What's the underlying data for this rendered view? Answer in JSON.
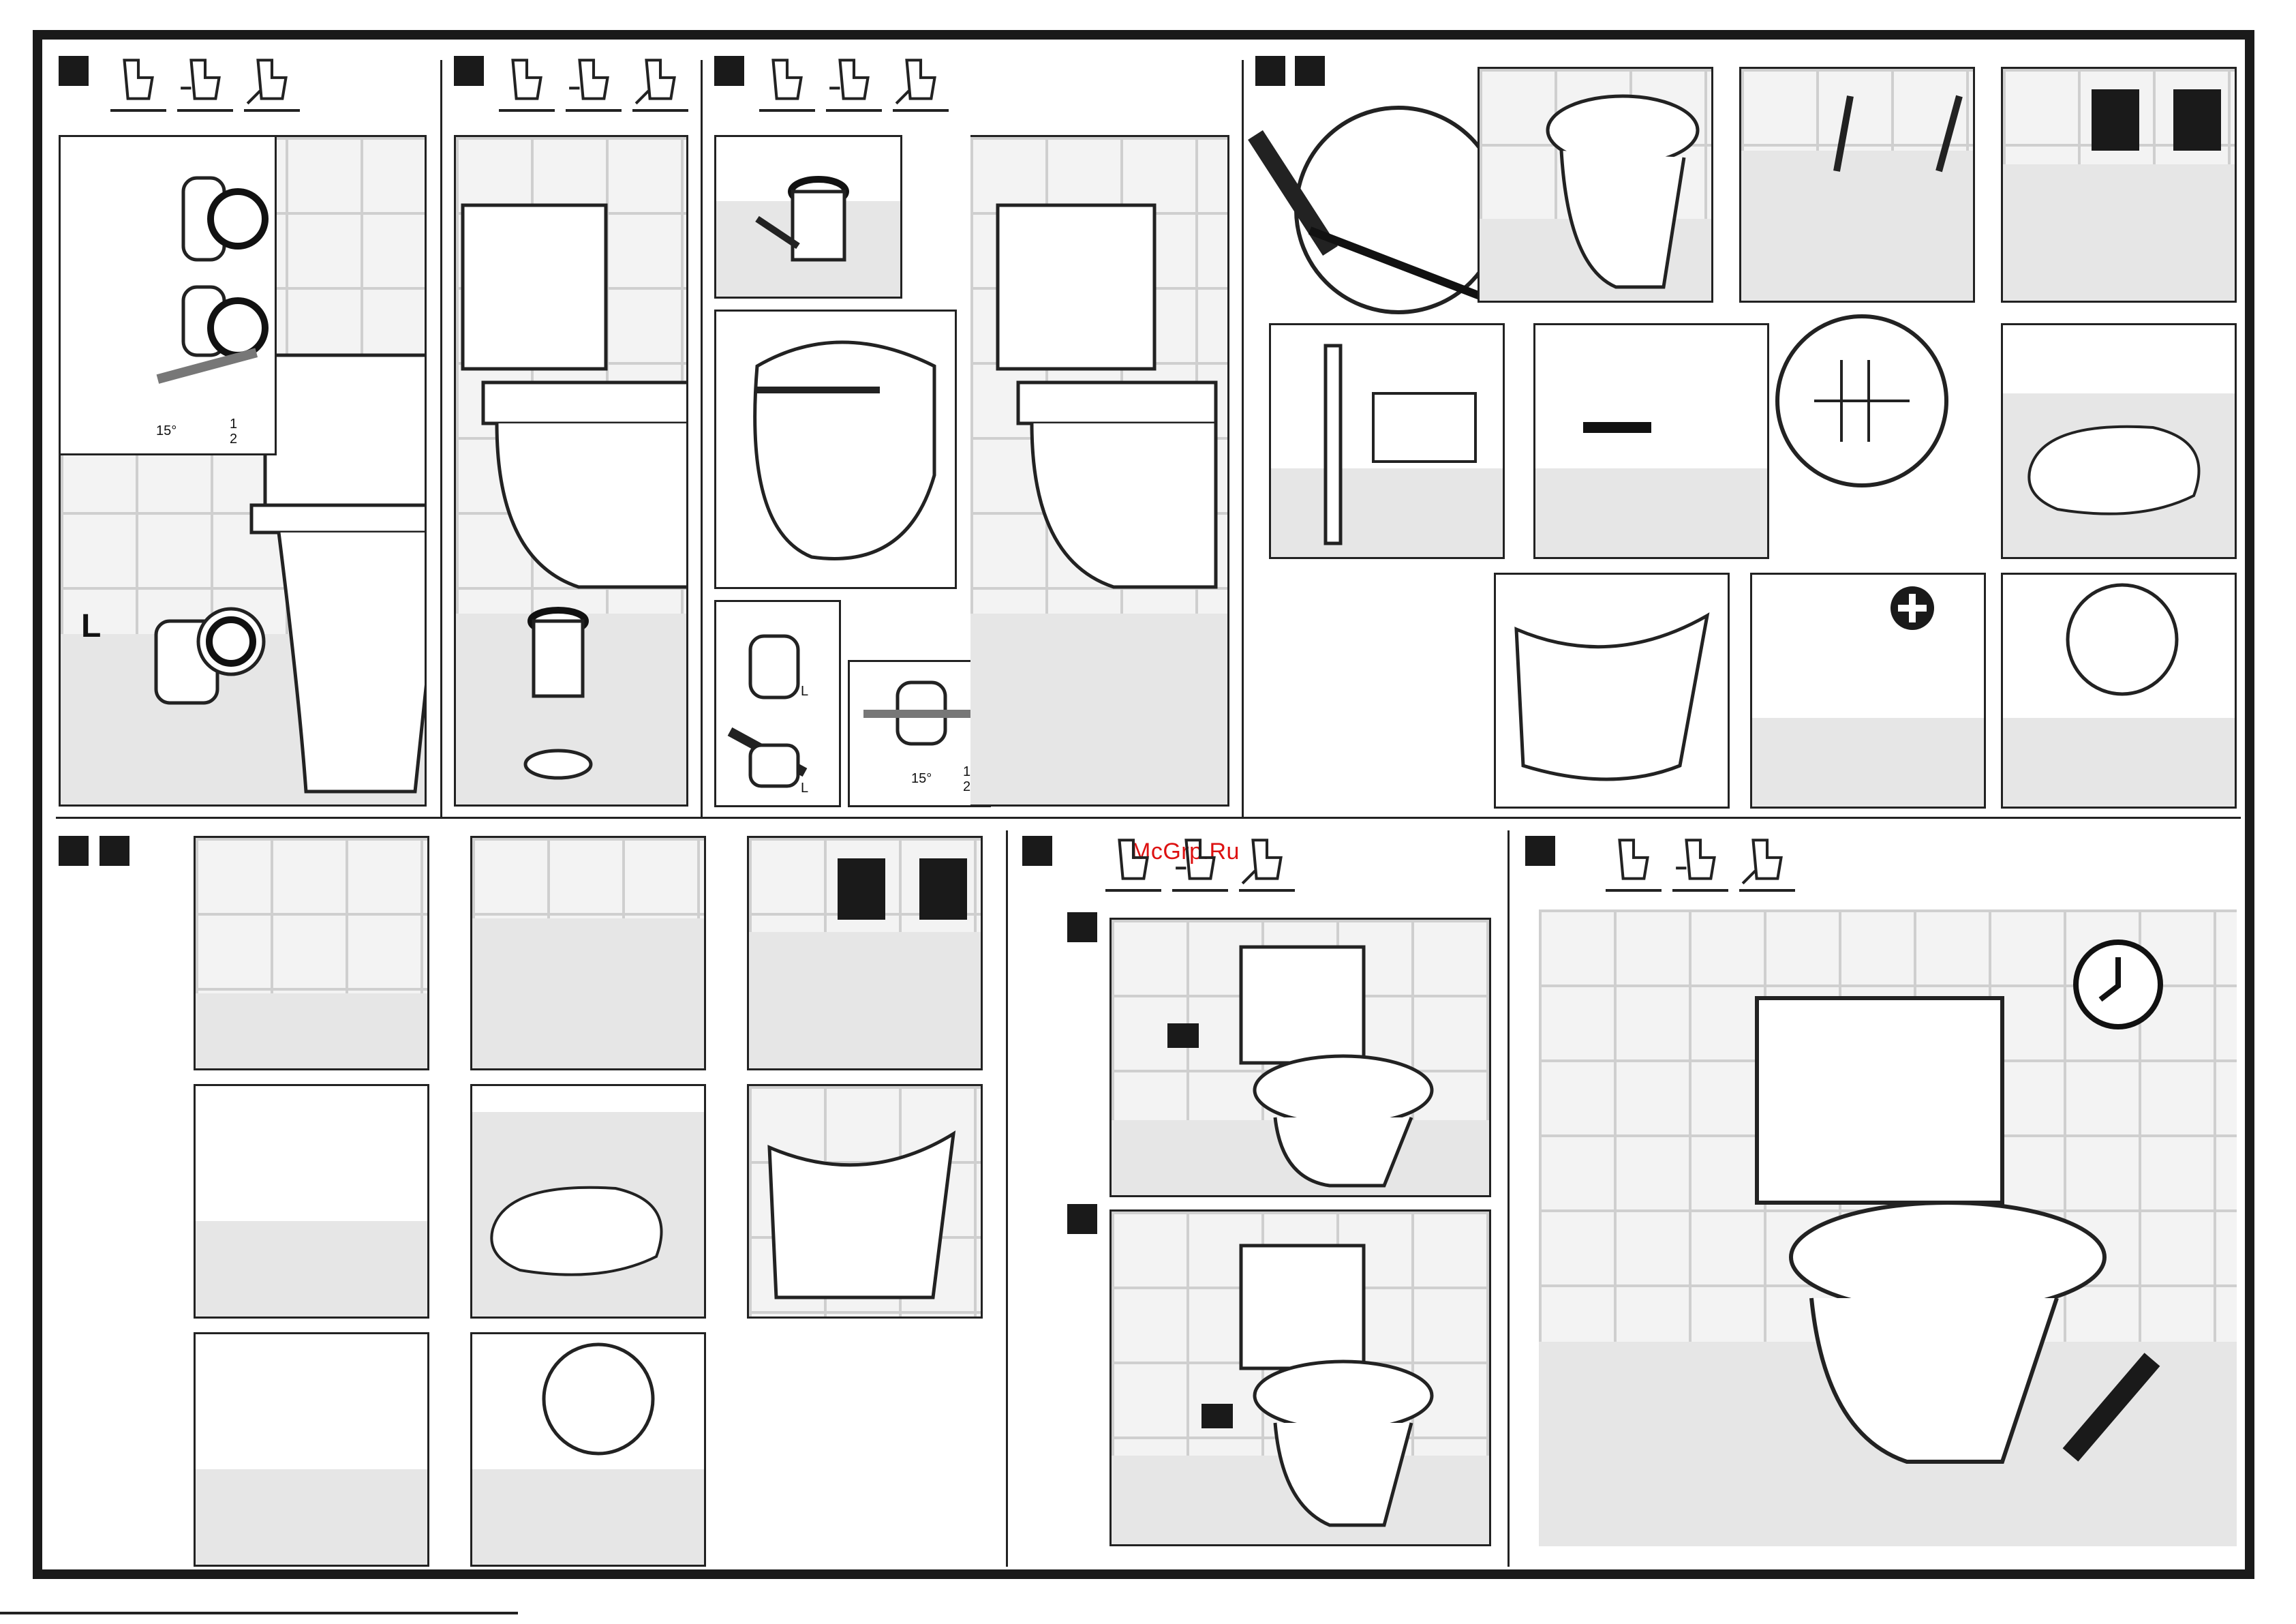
{
  "watermark": "McGrp.Ru",
  "dimensions": {
    "angle_a": "15°",
    "fraction_a_num": "1",
    "fraction_a_den": "2",
    "angle_b": "15°",
    "fraction_b_num": "1",
    "fraction_b_den": "2",
    "length_big": "L",
    "length_small_1": "L",
    "length_small_2": "L"
  },
  "icons": {
    "clock": "clock-icon",
    "plus": "plus-icon",
    "manual": "manual-icon",
    "drill": "drill-icon",
    "pencil": "pencil-icon",
    "wrench": "wrench-icon",
    "sealant_gun": "sealant-gun-icon",
    "saw": "saw-icon"
  },
  "colors": {
    "ink": "#1a1a1a",
    "tile": "#cfcfcf",
    "floor": "#e6e6e6",
    "watermark": "#dd1111"
  }
}
